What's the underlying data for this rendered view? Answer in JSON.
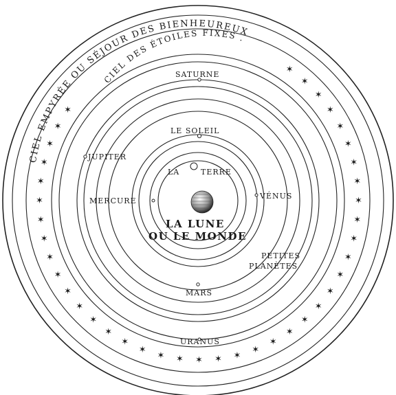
{
  "title_outer": "CIEL EMPYRÉE OU SÉJOUR DES BIENHEUREUX",
  "title_fixed_stars": "CIEL DES ÉTOILES FIXES .",
  "planets": {
    "saturne": "SATURNE",
    "soleil": "LE SOLEIL",
    "jupiter": "JUPITER",
    "terre_la": "LA",
    "terre": "TERRE",
    "mercure": "MERCURE",
    "venus": "VÉNUS",
    "petites_line1": "PETITES",
    "petites_line2": "PLANÈTES",
    "mars": "MARS",
    "uranus": "URANUS"
  },
  "center": {
    "line1": "LA LUNE",
    "line2": "OU LE MONDE"
  },
  "colors": {
    "ink": "#1a1a1a",
    "paper": "#ffffff"
  },
  "star_icon": "six-point-star-glyph",
  "moon_icon": "shaded-sphere"
}
